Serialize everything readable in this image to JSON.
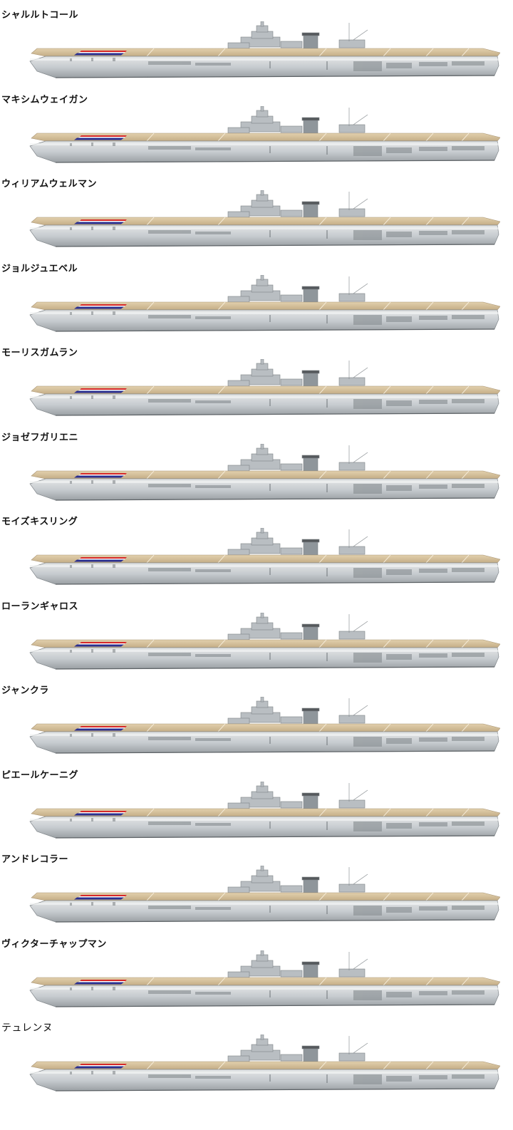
{
  "ships": [
    {
      "name": "シャルルトコール",
      "weight": "bold"
    },
    {
      "name": "マキシムウェイガン",
      "weight": "bold"
    },
    {
      "name": "ウィリアムウェルマン",
      "weight": "bold"
    },
    {
      "name": "ジョルジュエベル",
      "weight": "bold"
    },
    {
      "name": "モーリスガムラン",
      "weight": "bold"
    },
    {
      "name": "ジョゼフガリエニ",
      "weight": "bold"
    },
    {
      "name": "モイズキスリング",
      "weight": "bold"
    },
    {
      "name": "ローランギャロス",
      "weight": "bold"
    },
    {
      "name": "ジャンクラ",
      "weight": "bold"
    },
    {
      "name": "ピエールケーニグ",
      "weight": "bold"
    },
    {
      "name": "アンドレコラー",
      "weight": "bold"
    },
    {
      "name": "ヴィクターチャップマン",
      "weight": "bold"
    },
    {
      "name": "テュレンヌ",
      "weight": "regular"
    }
  ],
  "colors": {
    "deck": "#d2bd98",
    "hull": "#c9cdd0",
    "hull_dark": "#9ea4a8",
    "flag_red": "#d62828",
    "flag_blue": "#2a2f8f",
    "flag_white": "#ffffff"
  }
}
